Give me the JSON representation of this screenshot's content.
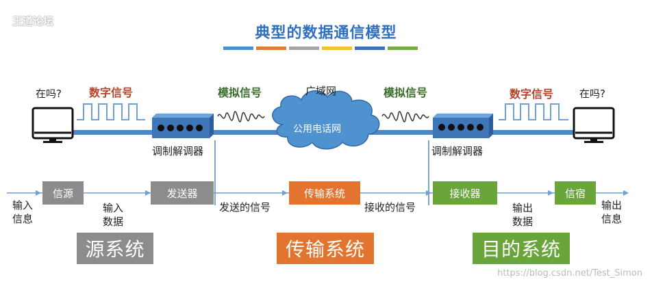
{
  "title": "典型的数据通信模型",
  "watermark_top": "王道论坛",
  "watermark_bottom": "https://blog.csdn.net/Test_Simon",
  "colors": {
    "title": "#2f6fc0",
    "bar_segments": [
      "#4a8fd0",
      "#e07b39",
      "#a5a5a5",
      "#f2c12e",
      "#3e6fb5",
      "#70ad47"
    ],
    "gray": "#8c8c8c",
    "orange": "#e3742f",
    "green": "#6aa53c",
    "cloud": "#4e92cf",
    "line": "#4f86c6"
  },
  "top": {
    "left_question": "在吗?",
    "right_question": "在吗?",
    "digital_left": "数字信号",
    "analog_left": "模拟信号",
    "wan": "广域网",
    "analog_right": "模拟信号",
    "digital_right": "数字信号",
    "cloud": "公用电话网",
    "modem_left": "调制解调器",
    "modem_right": "调制解调器"
  },
  "flow": {
    "input_info": [
      "输入",
      "信息"
    ],
    "source": "信源",
    "input_data": [
      "输入",
      "数据"
    ],
    "sender": "发送器",
    "sent_signal": "发送的信号",
    "transmission_system": "传输系统",
    "received_signal": "接收的信号",
    "receiver": "接收器",
    "output_data": [
      "输出",
      "数据"
    ],
    "destination": "信宿",
    "output_info": [
      "输出",
      "信息"
    ]
  },
  "systems": {
    "source_system": "源系统",
    "transmission_system": "传输系统",
    "destination_system": "目的系统"
  }
}
